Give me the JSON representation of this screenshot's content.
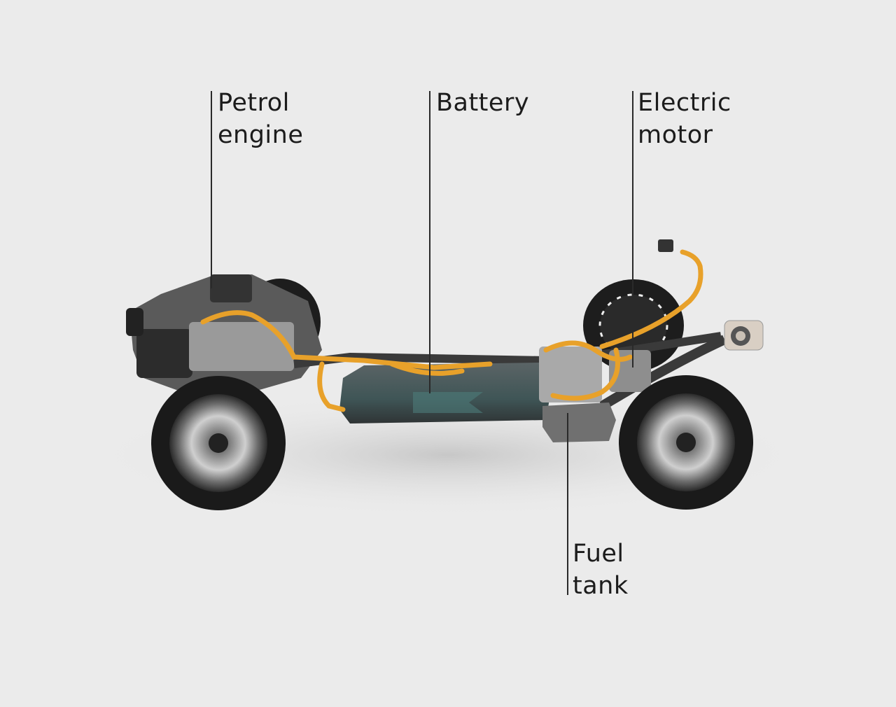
{
  "labels": {
    "petrol_engine": {
      "line1": "Petrol",
      "line2": "engine"
    },
    "battery": {
      "line1": "Battery"
    },
    "electric_motor": {
      "line1": "Electric",
      "line2": "motor"
    },
    "fuel_tank": {
      "line1": "Fuel",
      "line2": "tank"
    }
  },
  "colors": {
    "background": "#ebebeb",
    "cable_orange": "#e8a12a",
    "text": "#1c1c1c",
    "battery_teal": "#3c5a5c"
  }
}
